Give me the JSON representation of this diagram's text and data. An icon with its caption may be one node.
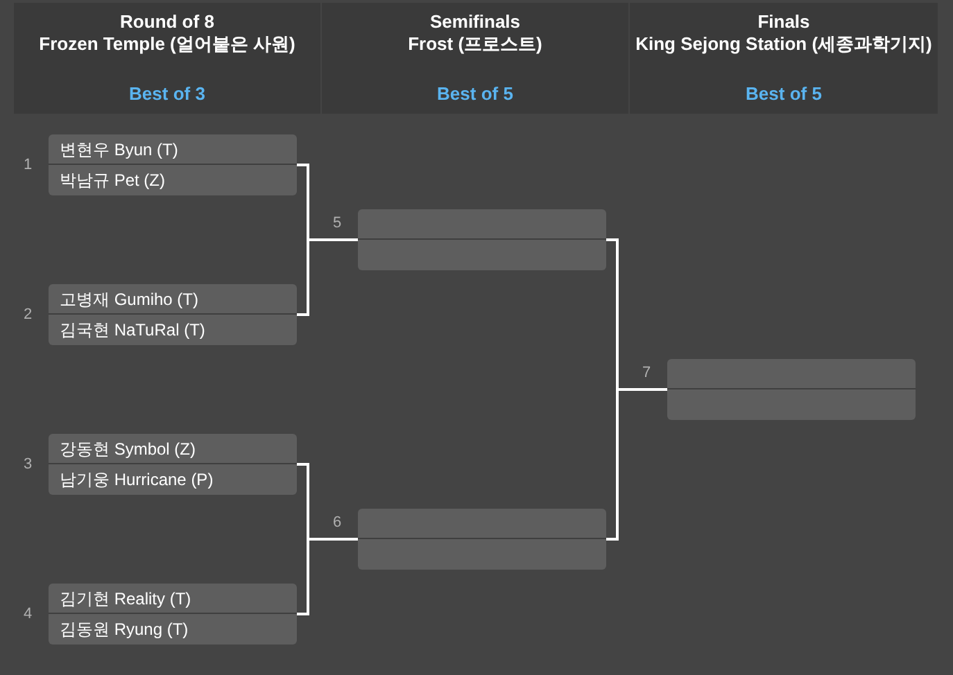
{
  "diagram": {
    "nodes": [
      {
        "text": [
          "Round of 8",
          "Frozen Temple (얼어붙은 사원)",
          "Best of 3"
        ]
      },
      {
        "text": [
          "Semifinals",
          "Frost (프로스트)",
          "Best of 5"
        ]
      },
      {
        "text": [
          "Finals",
          "King Sejong Station (세종과학기지)",
          "Best of 5"
        ]
      },
      {
        "text": [
          "변현우 Byun (T)",
          "박남규 Pet (Z)"
        ],
        "beside": [
          "1"
        ]
      },
      {
        "text": [
          "고병재 Gumiho (T)",
          "김국현 NaTuRal (T)"
        ],
        "beside": [
          "2"
        ]
      },
      {
        "text": [
          "강동현 Symbol (Z)",
          "남기웅 Hurricane (P)"
        ],
        "beside": [
          "3"
        ]
      },
      {
        "text": [
          "김기현 Reality (T)",
          "김동원 Ryung (T)"
        ],
        "beside": [
          "4"
        ]
      },
      {
        "text": [],
        "shape": "box",
        "beside": [
          "5"
        ]
      },
      {
        "text": [],
        "shape": "box",
        "beside": [
          "6"
        ]
      },
      {
        "text": [],
        "shape": "box",
        "beside": [
          "7"
        ]
      }
    ],
    "edges": [
      {
        "from": 3,
        "to": 7,
        "arrow": "none"
      },
      {
        "from": 4,
        "to": 7,
        "arrow": "none"
      },
      {
        "from": 5,
        "to": 8,
        "arrow": "none"
      },
      {
        "from": 6,
        "to": 8,
        "arrow": "none"
      },
      {
        "from": 7,
        "to": 9,
        "arrow": "none"
      },
      {
        "from": 8,
        "to": 9,
        "arrow": "none"
      }
    ]
  }
}
